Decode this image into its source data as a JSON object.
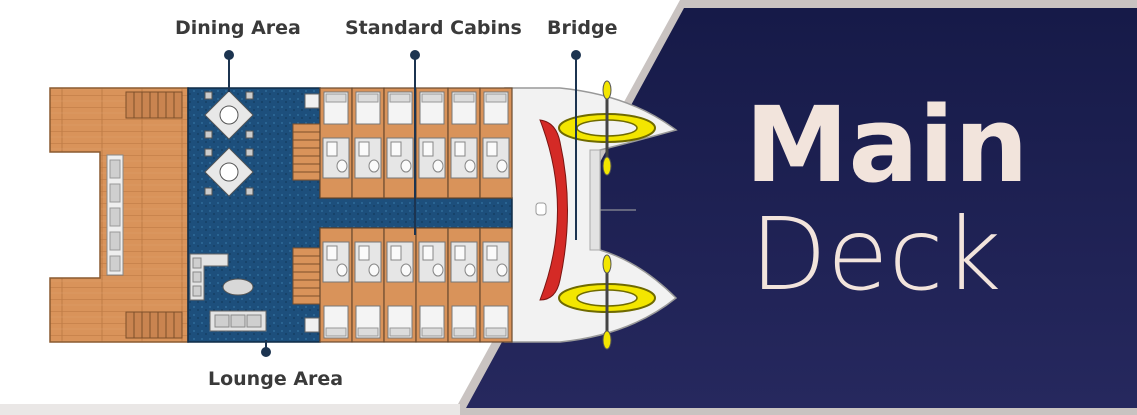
{
  "title": {
    "line1": "Main",
    "line2": "Deck"
  },
  "callouts": {
    "dining": "Dining Area",
    "cabins": "Standard Cabins",
    "bridge": "Bridge",
    "lounge": "Lounge Area"
  },
  "colors": {
    "panel": "#1a1f4f",
    "title_text": "#f2e4dc",
    "label_text": "#3a3a3a",
    "wood": "#d9935a",
    "carpet": "#1d4f7c",
    "bow_accent": "#d42a26",
    "propeller": "#f3e600",
    "hull": "#f2f2f2"
  }
}
